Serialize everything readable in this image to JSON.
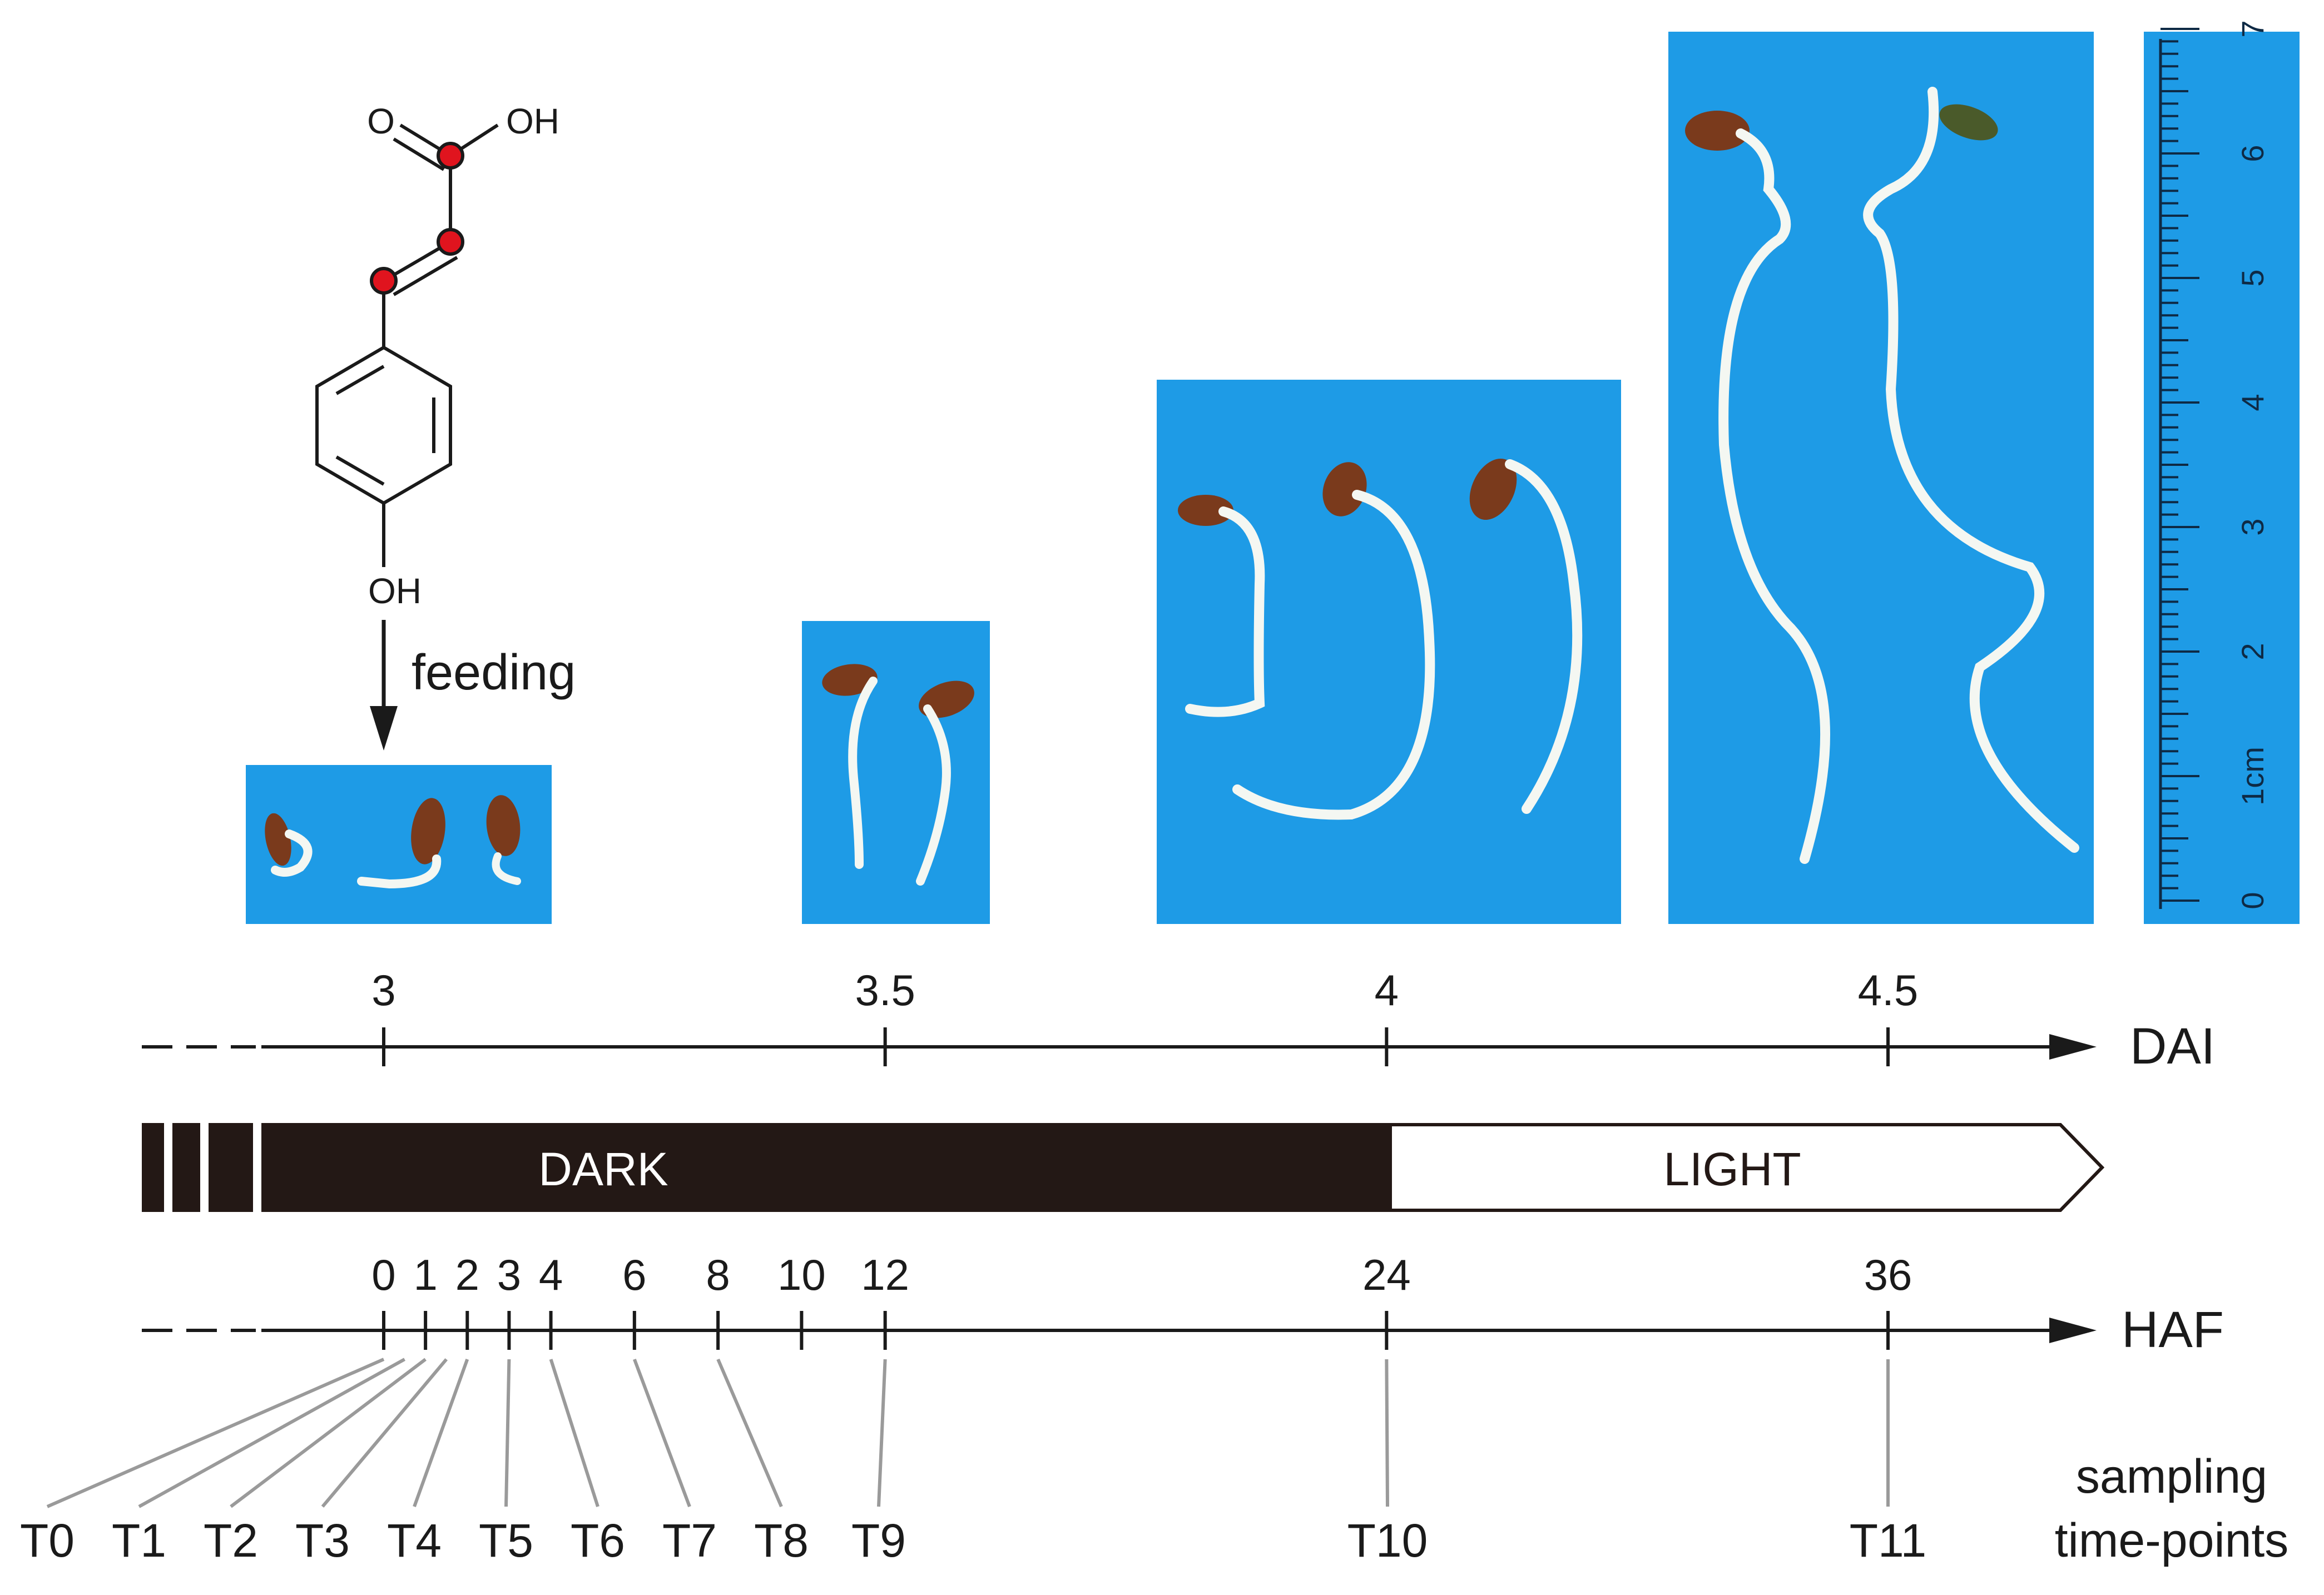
{
  "molecule": {
    "atom_labels": [
      "O",
      "OH",
      "OH"
    ],
    "labeled_atom_color": "#e0141e"
  },
  "feeding_label": "feeding",
  "photos": {
    "background_color": "#1e9be6",
    "panels": [
      {
        "name": "seedlings-3dai",
        "shows_dai": "3"
      },
      {
        "name": "seedlings-3.5dai",
        "shows_dai": "3.5"
      },
      {
        "name": "seedlings-4dai",
        "shows_dai": "4"
      },
      {
        "name": "seedlings-4.5dai",
        "shows_dai": "4.5"
      },
      {
        "name": "ruler"
      }
    ]
  },
  "ruler": {
    "labels": [
      "0",
      "1cm",
      "2",
      "3",
      "4",
      "5",
      "6",
      "7"
    ]
  },
  "dai_axis": {
    "label": "DAI",
    "ticks": [
      "3",
      "3.5",
      "4",
      "4.5"
    ]
  },
  "period_band": {
    "dark_label": "DARK",
    "light_label": "LIGHT",
    "dark_color": "#231815",
    "light_color": "#ffffff"
  },
  "haf_axis": {
    "label": "HAF",
    "ticks": [
      "0",
      "1",
      "2",
      "3",
      "4",
      "6",
      "8",
      "10",
      "12",
      "24",
      "36"
    ]
  },
  "sampling": {
    "label_line1": "sampling",
    "label_line2": "time-points",
    "points": [
      "T0",
      "T1",
      "T2",
      "T3",
      "T4",
      "T5",
      "T6",
      "T7",
      "T8",
      "T9",
      "T10",
      "T11"
    ]
  }
}
